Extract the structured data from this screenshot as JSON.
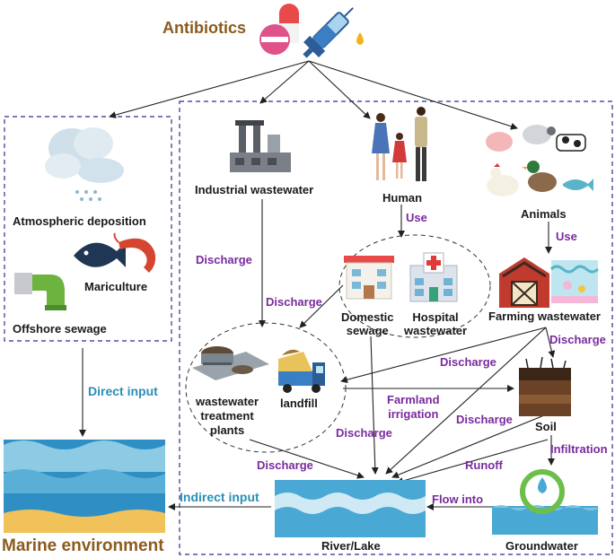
{
  "title": "Antibiotics",
  "footer_title": "Marine environment",
  "nodes": {
    "atmospheric": "Atmospheric deposition",
    "mariculture": "Mariculture",
    "offshore": "Offshore sewage",
    "industrial": "Industrial wastewater",
    "human": "Human",
    "animals": "Animals",
    "domestic": "Domestic\nsewage",
    "hospital": "Hospital\nwastewater",
    "farming": "Farming wastewater",
    "wwtp": "wastewater\ntreatment\nplants",
    "landfill": "landfill",
    "soil": "Soil",
    "river": "River/Lake",
    "groundwater": "Groundwater"
  },
  "edges": {
    "use_human": "Use",
    "use_animals": "Use",
    "discharge_industrial": "Discharge",
    "discharge_domestic": "Discharge",
    "discharge_farming_soil": "Discharge",
    "discharge_farming_wwtp": "Discharge",
    "discharge_farming_river": "Discharge",
    "discharge_domestic_river": "Discharge",
    "discharge_wwtp_river": "Discharge",
    "farmland_irrigation": "Farmland\nirrigation",
    "runoff": "Runoff",
    "infiltration": "Infiltration",
    "flow_into": "Flow into",
    "direct_input": "Direct input",
    "indirect_input": "Indirect input"
  },
  "colors": {
    "title": "#8b5a1e",
    "edge_label": "#7a2a9e",
    "input_label": "#2a8fb3",
    "dashed_box": "#2b2e8f"
  },
  "icons": [
    "pill-capsule-icon",
    "syringe-icon",
    "cloud-rain-icon",
    "fish-icon",
    "shrimp-icon",
    "pipe-icon",
    "factory-icon",
    "people-icon",
    "livestock-icon",
    "house-icon",
    "hospital-icon",
    "barn-icon",
    "fish-tank-icon",
    "treatment-tank-icon",
    "dump-truck-icon",
    "soil-icon",
    "water-drop-cycle-icon",
    "river-icon",
    "sea-icon"
  ]
}
